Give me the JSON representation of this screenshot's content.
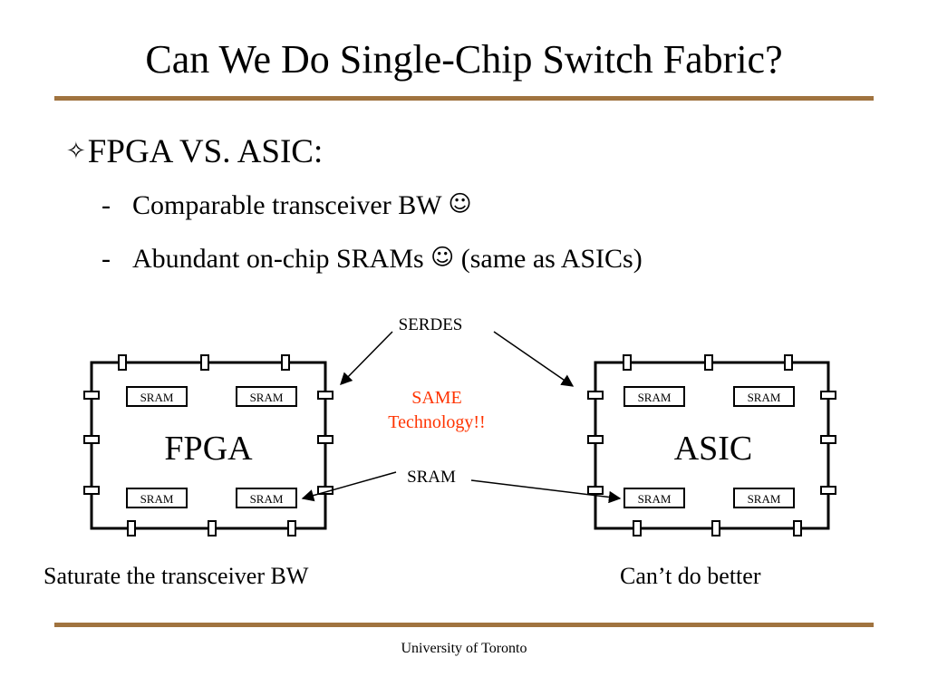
{
  "title": "Can We Do Single-Chip Switch Fabric?",
  "colors": {
    "rule": "#a0733f",
    "accent": "#ff3300"
  },
  "bullet": {
    "icon": "four-point-star-icon",
    "glyph": "✧",
    "text": "FPGA VS. ASIC:",
    "subitems": [
      {
        "dash": "-",
        "text": "Comparable transceiver BW",
        "suffix": "",
        "icon": "smiley-icon",
        "glyph": "☺"
      },
      {
        "dash": "-",
        "text": "Abundant on-chip SRAMs",
        "suffix": "(same as ASICs)",
        "icon": "smiley-icon",
        "glyph": "☺"
      }
    ]
  },
  "diagram": {
    "serdes_label": "SERDES",
    "same_label_line1": "SAME",
    "same_label_line2": "Technology!!",
    "sram_label": "SRAM",
    "fpga": {
      "name": "FPGA",
      "srams": [
        "SRAM",
        "SRAM",
        "SRAM",
        "SRAM"
      ],
      "caption": "Saturate the transceiver BW"
    },
    "asic": {
      "name": "ASIC",
      "srams": [
        "SRAM",
        "SRAM",
        "SRAM",
        "SRAM"
      ],
      "caption": "Can’t do better"
    }
  },
  "footer": "University of Toronto"
}
